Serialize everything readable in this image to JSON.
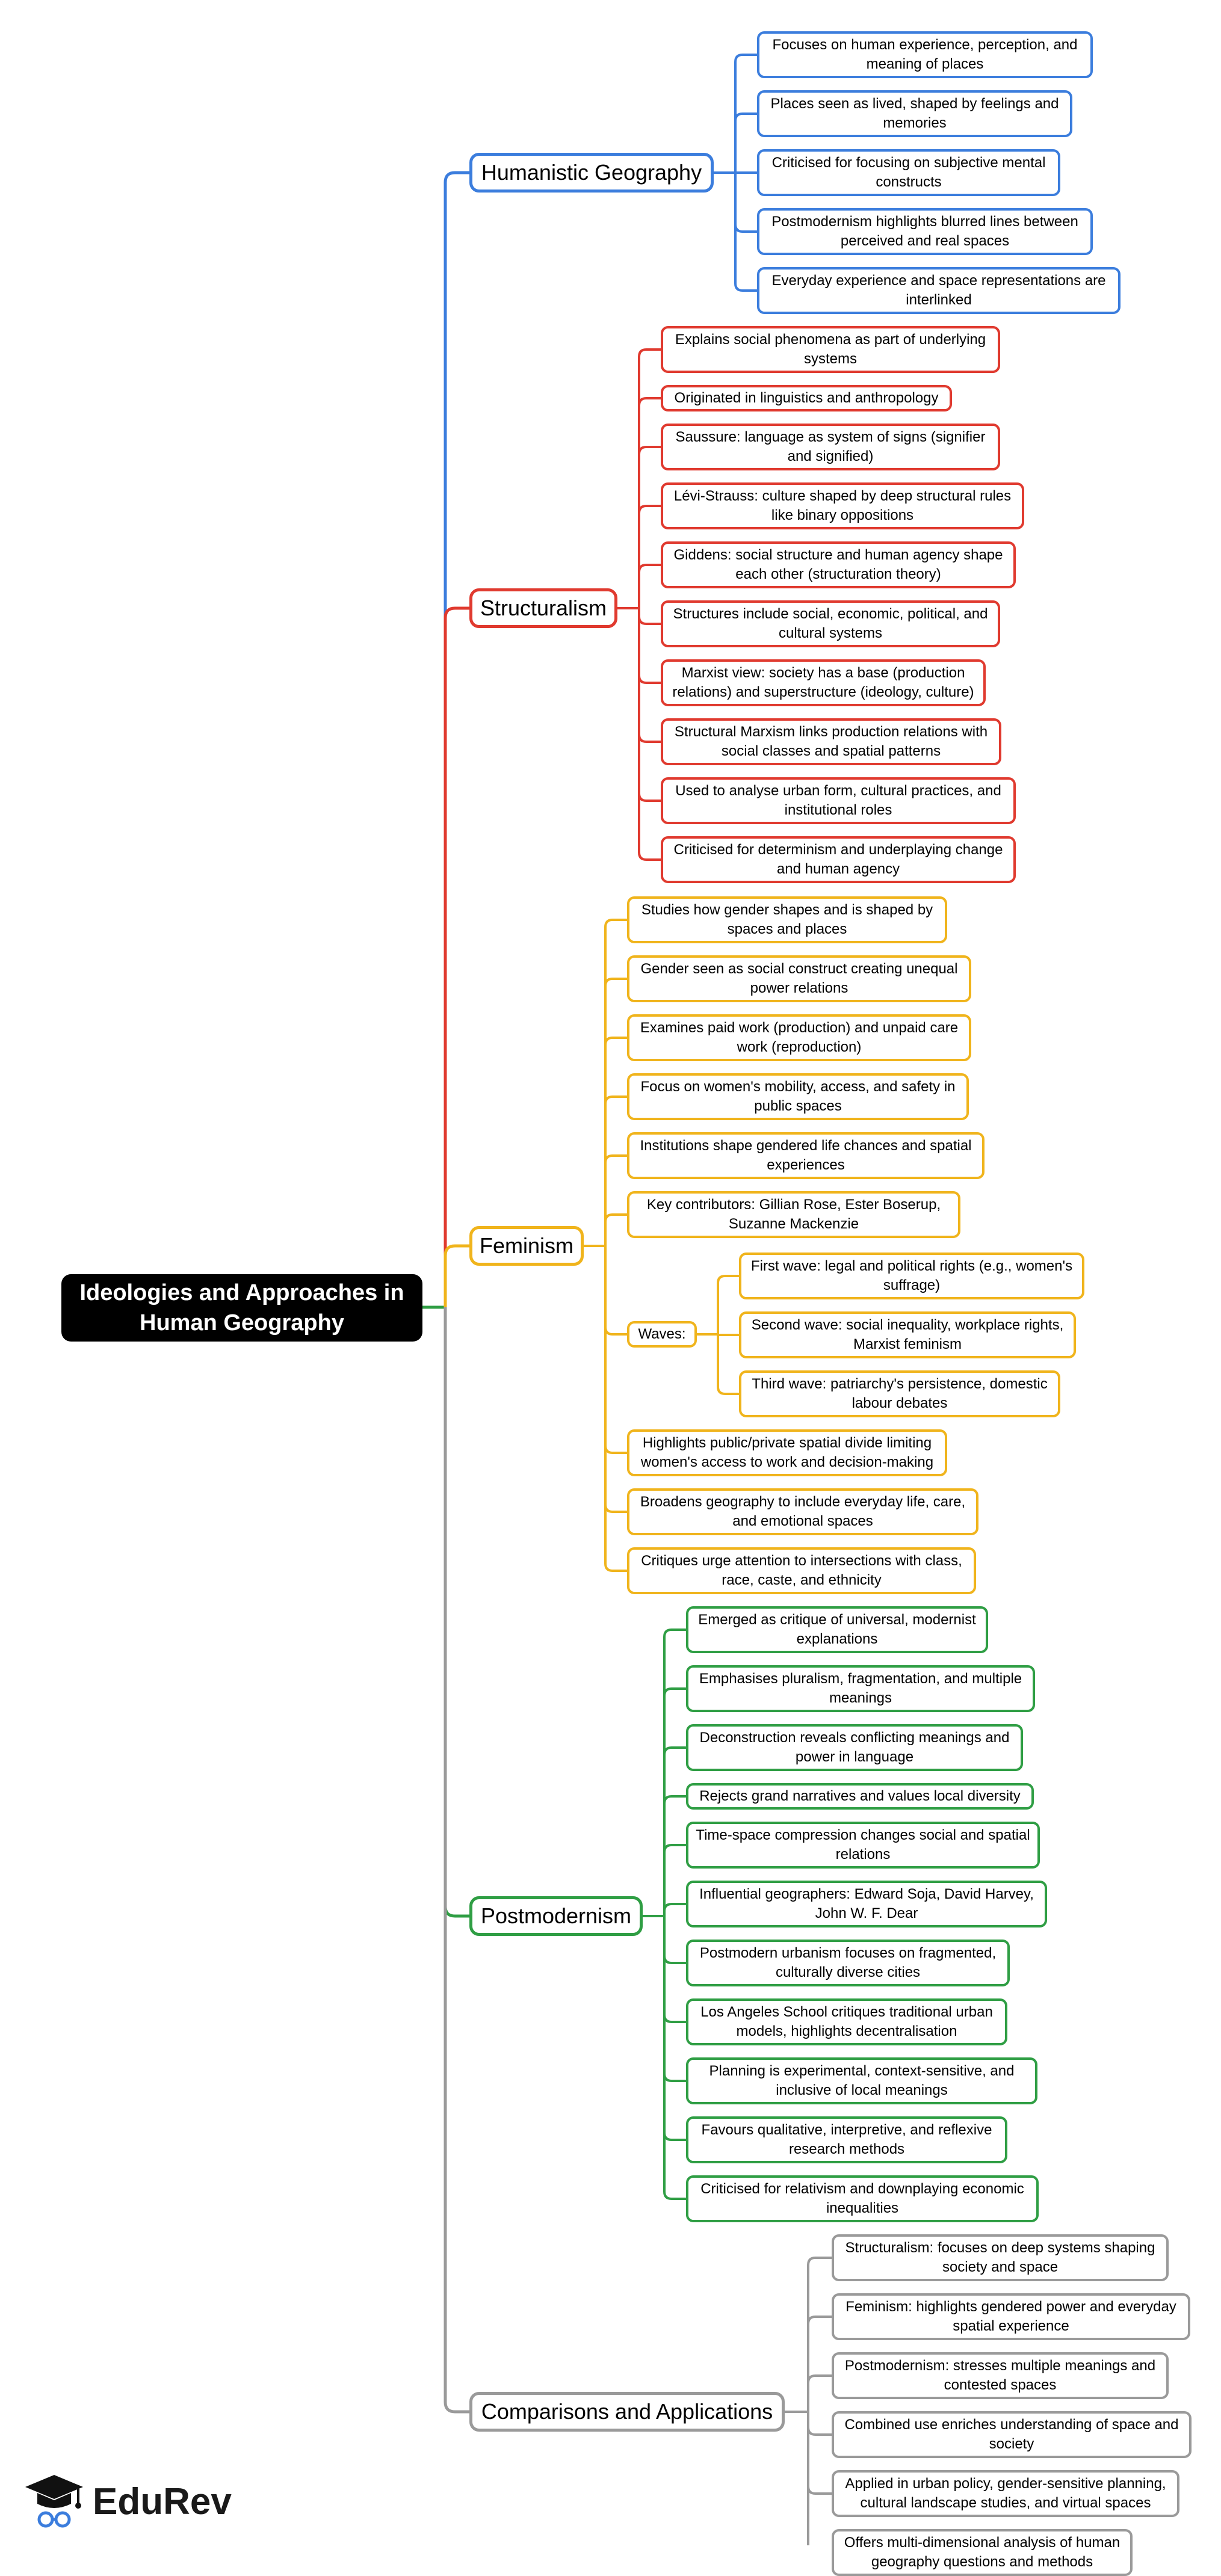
{
  "root": {
    "line1": "Ideologies and Approaches in",
    "line2": "Human Geography"
  },
  "colors": {
    "humanistic": "#3b7ddd",
    "structuralism": "#e03a2f",
    "feminism": "#f0b41c",
    "postmodernism": "#2f9e44",
    "comparisons": "#9a9a9a"
  },
  "branches": {
    "humanistic": {
      "label": "Humanistic Geography",
      "items": [
        "Focuses on human experience, perception, and meaning of places",
        "Places seen as lived, shaped by feelings and memories",
        "Criticised for focusing on subjective mental constructs",
        "Postmodernism highlights blurred lines between perceived and real spaces",
        "Everyday experience and space representations are interlinked"
      ]
    },
    "structuralism": {
      "label": "Structuralism",
      "items": [
        "Explains social phenomena as part of underlying systems",
        "Originated in linguistics and anthropology",
        "Saussure: language as system of signs (signifier and signified)",
        "Lévi-Strauss: culture shaped by deep structural rules like binary oppositions",
        "Giddens: social structure and human agency shape each other (structuration theory)",
        "Structures include social, economic, political, and cultural systems",
        "Marxist view: society has a base (production relations) and superstructure (ideology, culture)",
        "Structural Marxism links production relations with social classes and spatial patterns",
        "Used to analyse urban form, cultural practices, and institutional roles",
        "Criticised for determinism and underplaying change and human agency"
      ]
    },
    "feminism": {
      "label": "Feminism",
      "items": [
        "Studies how gender shapes and is shaped by spaces and places",
        "Gender seen as social construct creating unequal power relations",
        "Examines paid work (production) and unpaid care work (reproduction)",
        "Focus on women's mobility, access, and safety in public spaces",
        "Institutions shape gendered life chances and spatial experiences",
        "Key contributors: Gillian Rose, Ester Boserup, Suzanne Mackenzie",
        "Waves:",
        "Highlights public/private spatial divide limiting women's access to work and decision-making",
        "Broadens geography to include everyday life, care, and emotional spaces",
        "Critiques urge attention to intersections with class, race, caste, and ethnicity"
      ],
      "waves": [
        "First wave: legal and political rights (e.g., women's suffrage)",
        "Second wave: social inequality, workplace rights, Marxist feminism",
        "Third wave: patriarchy's persistence, domestic labour debates"
      ]
    },
    "postmodernism": {
      "label": "Postmodernism",
      "items": [
        "Emerged as critique of universal, modernist explanations",
        "Emphasises pluralism, fragmentation, and multiple meanings",
        "Deconstruction reveals conflicting meanings and power in language",
        "Rejects grand narratives and values local diversity",
        "Time-space compression changes social and spatial relations",
        "Influential geographers: Edward Soja, David Harvey, John W. F. Dear",
        "Postmodern urbanism focuses on fragmented, culturally diverse cities",
        "Los Angeles School critiques traditional urban models, highlights decentralisation",
        "Planning is experimental, context-sensitive, and inclusive of local meanings",
        "Favours qualitative, interpretive, and reflexive research methods",
        "Criticised for relativism and downplaying economic inequalities"
      ]
    },
    "comparisons": {
      "label": "Comparisons and Applications",
      "items": [
        "Structuralism: focuses on deep systems shaping society and space",
        "Feminism: highlights gendered power and everyday spatial experience",
        "Postmodernism: stresses multiple meanings and contested spaces",
        "Combined use enriches understanding of space and society",
        "Applied in urban policy, gender-sensitive planning, cultural landscape studies, and virtual spaces",
        "Offers multi-dimensional analysis of human geography questions and methods"
      ]
    }
  },
  "brand": {
    "name": "EduRev",
    "icon": "graduation-cap-icon"
  }
}
